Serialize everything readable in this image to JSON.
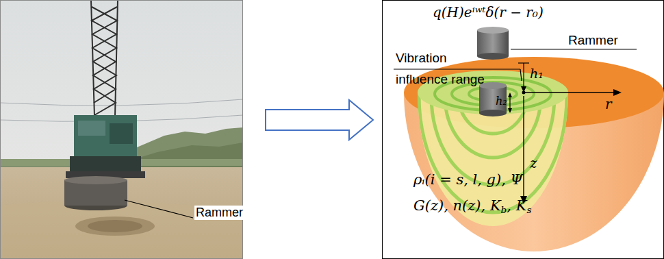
{
  "diagram": {
    "labels": [
      "Rammer",
      "q(H)eⁱʷᵗδ(r − r₀)",
      "Vibration",
      "influence range",
      "Rammer",
      "h₁",
      "h₂",
      "r",
      "z",
      "ρᵢ(i = s, l, g), Ψ",
      "G(z), n(z), K",
      "b",
      ", K",
      "s"
    ]
  }
}
